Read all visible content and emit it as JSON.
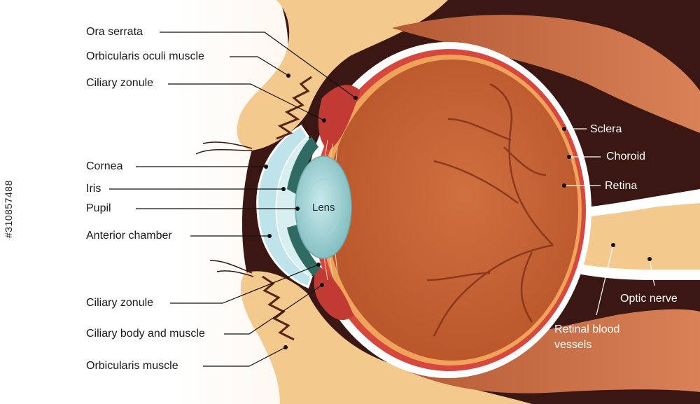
{
  "labels": {
    "ora_serrata": "Ora serrata",
    "orbicularis_oculi": "Orbicularis oculi muscle",
    "ciliary_zonule_top": "Ciliary zonule",
    "cornea": "Cornea",
    "iris": "Iris",
    "pupil": "Pupil",
    "anterior_chamber": "Anterior chamber",
    "ciliary_zonule_bottom": "Ciliary zonule",
    "ciliary_body": "Ciliary body and muscle",
    "orbicularis_muscle": "Orbicularis  muscle",
    "lens": "Lens",
    "sclera": "Sclera",
    "choroid": "Choroid",
    "retina": "Retina",
    "optic_nerve": "Optic nerve",
    "retinal_vessels": "Retinal blood vessels"
  },
  "stock_id": "#310857488",
  "colors": {
    "background_dark": "#3a1712",
    "bone": "#f3c98e",
    "skin_gradient": "#fbe6cf",
    "muscle": "#c96a3f",
    "sclera": "#ffffff",
    "choroid": "#d6473e",
    "vitreous": "#c2602f",
    "lens": "#9fd3d3",
    "iris": "#2f6b62",
    "cornea": "#bfe3ea"
  }
}
